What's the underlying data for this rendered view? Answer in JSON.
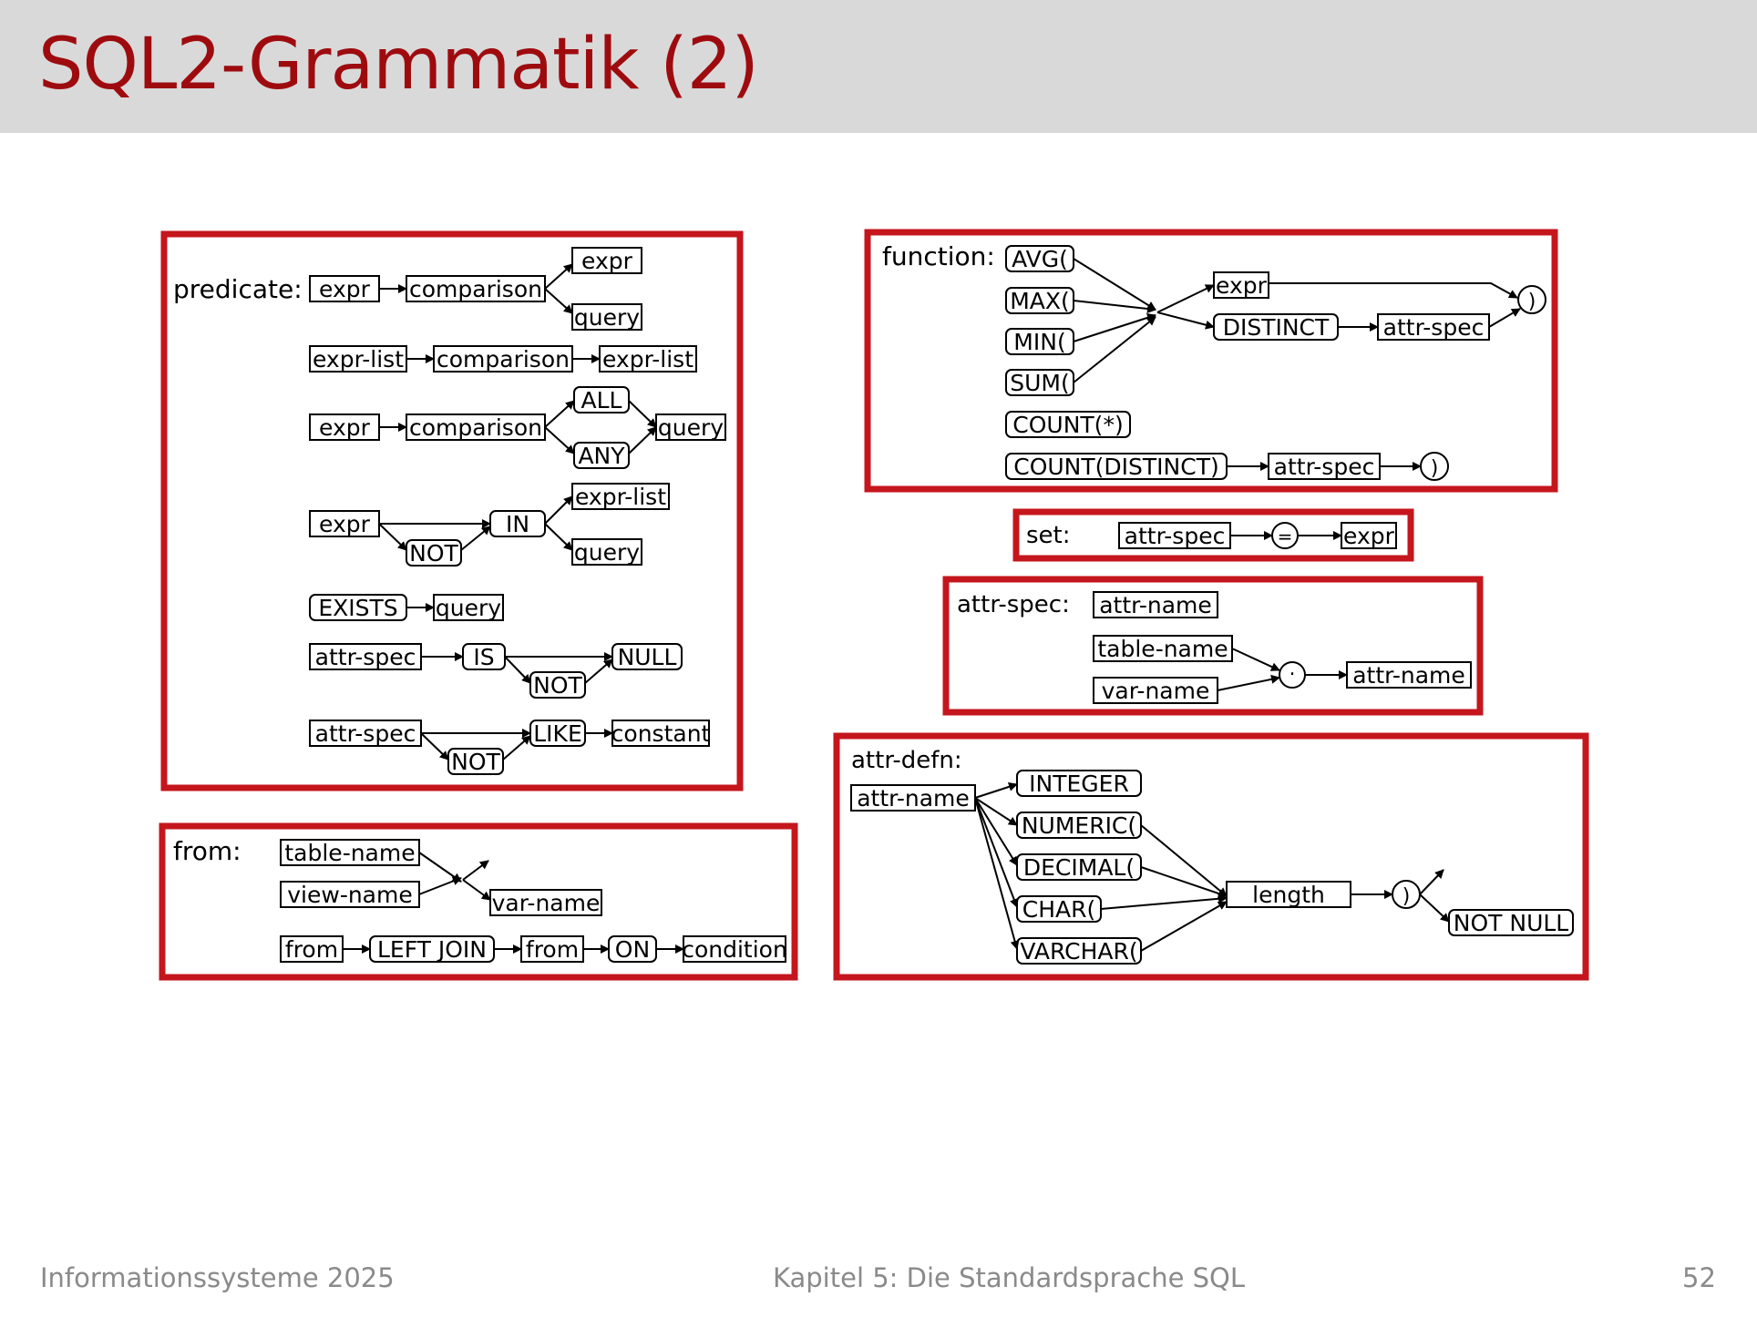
{
  "slide": {
    "title": "SQL2-Grammatik (2)",
    "footer_left": "Informationssysteme 2025",
    "footer_center": "Kapitel 5: Die Standardsprache SQL",
    "page_number": "52"
  },
  "diagrams": {
    "predicate": {
      "label": "predicate:",
      "row1": {
        "expr": "expr",
        "comparison": "comparison",
        "opt_expr": "expr",
        "opt_query": "query"
      },
      "row2": {
        "expr_list": "expr-list",
        "comparison": "comparison",
        "expr_list_2": "expr-list"
      },
      "row3": {
        "expr": "expr",
        "comparison": "comparison",
        "all": "ALL",
        "any": "ANY",
        "query": "query"
      },
      "row4": {
        "expr": "expr",
        "not": "NOT",
        "in": "IN",
        "expr_list": "expr-list",
        "query": "query"
      },
      "row5": {
        "exists": "EXISTS",
        "query": "query"
      },
      "row6": {
        "attr_spec": "attr-spec",
        "is": "IS",
        "not": "NOT",
        "null": "NULL"
      },
      "row7": {
        "attr_spec": "attr-spec",
        "not": "NOT",
        "like": "LIKE",
        "constant": "constant"
      }
    },
    "from": {
      "label": "from:",
      "table_name": "table-name",
      "view_name": "view-name",
      "var_name": "var-name",
      "join": {
        "from1": "from",
        "left_join": "LEFT JOIN",
        "from2": "from",
        "on": "ON",
        "condition": "condition"
      }
    },
    "function": {
      "label": "function:",
      "avg": "AVG(",
      "max": "MAX(",
      "min": "MIN(",
      "sum": "SUM(",
      "count_star": "COUNT(*)",
      "count_distinct": "COUNT(DISTINCT)",
      "expr": "expr",
      "distinct": "DISTINCT",
      "attr_spec": "attr-spec",
      "attr_spec_2": "attr-spec",
      "close": ")",
      "close_2": ")"
    },
    "set": {
      "label": "set:",
      "attr_spec": "attr-spec",
      "eq": "=",
      "expr": "expr"
    },
    "attr_spec": {
      "label": "attr-spec:",
      "attr_name": "attr-name",
      "table_name": "table-name",
      "var_name": "var-name",
      "dot": ".",
      "attr_name_2": "attr-name"
    },
    "attr_defn": {
      "label": "attr-defn:",
      "attr_name": "attr-name",
      "integer": "INTEGER",
      "numeric": "NUMERIC(",
      "decimal": "DECIMAL(",
      "char": "CHAR(",
      "varchar": "VARCHAR(",
      "length": "length",
      "close": ")",
      "not_null": "NOT NULL"
    }
  }
}
